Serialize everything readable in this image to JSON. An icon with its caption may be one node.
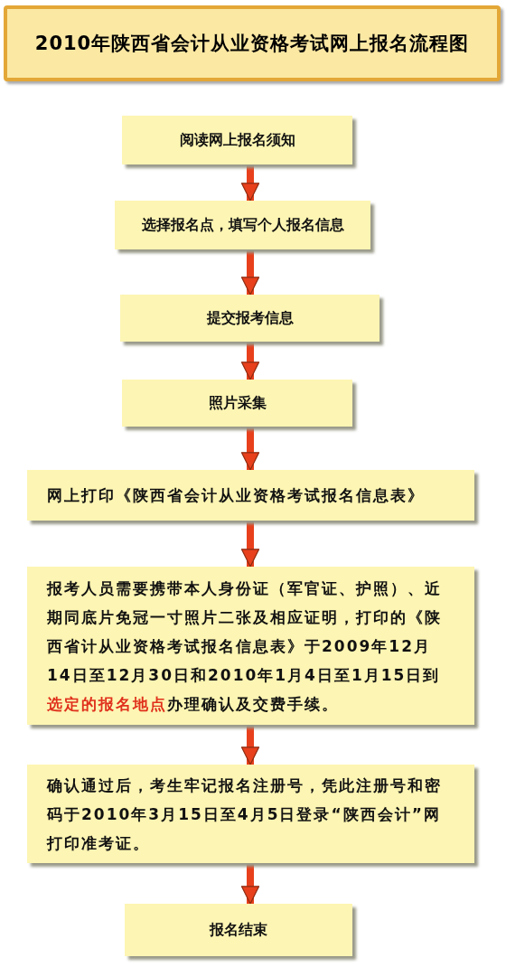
{
  "diagram": {
    "title": "2010年陕西省会计从业资格考试网上报名流程图",
    "nodes": [
      {
        "text": [
          "阅读网上报名须知"
        ]
      },
      {
        "text": [
          "选择报名点，填写个人报名信息"
        ]
      },
      {
        "text": [
          "提交报考信息"
        ]
      },
      {
        "text": [
          "照片采集"
        ]
      },
      {
        "text": [
          "网上打印《陕西省会计从业资格考试报名信息表》"
        ]
      },
      {
        "text": [
          "报考人员需要携带本人身份证（军官证、护照）、近期同底片免冠一寸照片二张及相应证明，打印的《陕西省计从业资格考试报名信息表》于2009年12月14日至12月30日和2010年1月4日至1月15日到**选定的报名地点**办理确认及交费手续。"
        ]
      },
      {
        "text": [
          "确认通过后，考生牢记报名注册号，凭此注册号和密码于2010年3月15日至4月5日登录“陕西会计”网打印准考证。"
        ]
      },
      {
        "text": [
          "报名结束"
        ]
      }
    ],
    "edges": [
      {
        "from": 0,
        "to": 1,
        "arrow": "to"
      },
      {
        "from": 1,
        "to": 2,
        "arrow": "to"
      },
      {
        "from": 2,
        "to": 3,
        "arrow": "to"
      },
      {
        "from": 3,
        "to": 4,
        "arrow": "to"
      },
      {
        "from": 4,
        "to": 5,
        "arrow": "to"
      },
      {
        "from": 5,
        "to": 6,
        "arrow": "to"
      },
      {
        "from": 6,
        "to": 7,
        "arrow": "to"
      }
    ]
  }
}
